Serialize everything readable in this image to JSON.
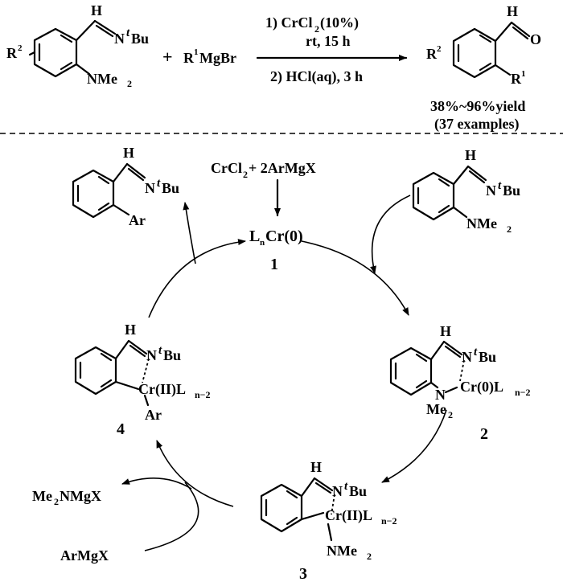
{
  "reaction": {
    "condition_step1": "1) CrCl",
    "condition_step1_sub": "2",
    "condition_step1_tail": " (10%)",
    "condition_temp_time": "rt, 15 h",
    "condition_step2": "2) HCl(aq), 3 h",
    "plus": "+",
    "grignard": "R",
    "grignard_sup": "1",
    "grignard_tail": "MgBr",
    "yield": "38%~96%yield",
    "examples": "(37 examples)"
  },
  "atoms": {
    "H": "H",
    "O": "O",
    "N": "N",
    "tBu_t": "t",
    "Bu": "Bu",
    "R": "R",
    "sup1": "1",
    "sup2": "2",
    "NMe2": "NMe",
    "sub2": "2",
    "Ar": "Ar",
    "Me": "Me",
    "NMe2b": "NMe"
  },
  "cycle": {
    "reagent_top": "CrCl",
    "reagent_top_sub": "2",
    "reagent_top_tail": " + 2ArMgX",
    "cr0_prefix": "L",
    "cr0_sub": "n",
    "cr0_tail": "Cr(0)",
    "label_1": "1",
    "label_2": "2",
    "label_3": "3",
    "label_4": "4",
    "cr0_L": "Cr(0)L",
    "crII_L": "Cr(II)L",
    "sub_n2": "n−2",
    "byproduct_prefix": "Me",
    "byproduct_sub": "2",
    "byproduct_tail": "NMgX",
    "armgx": "ArMgX"
  }
}
